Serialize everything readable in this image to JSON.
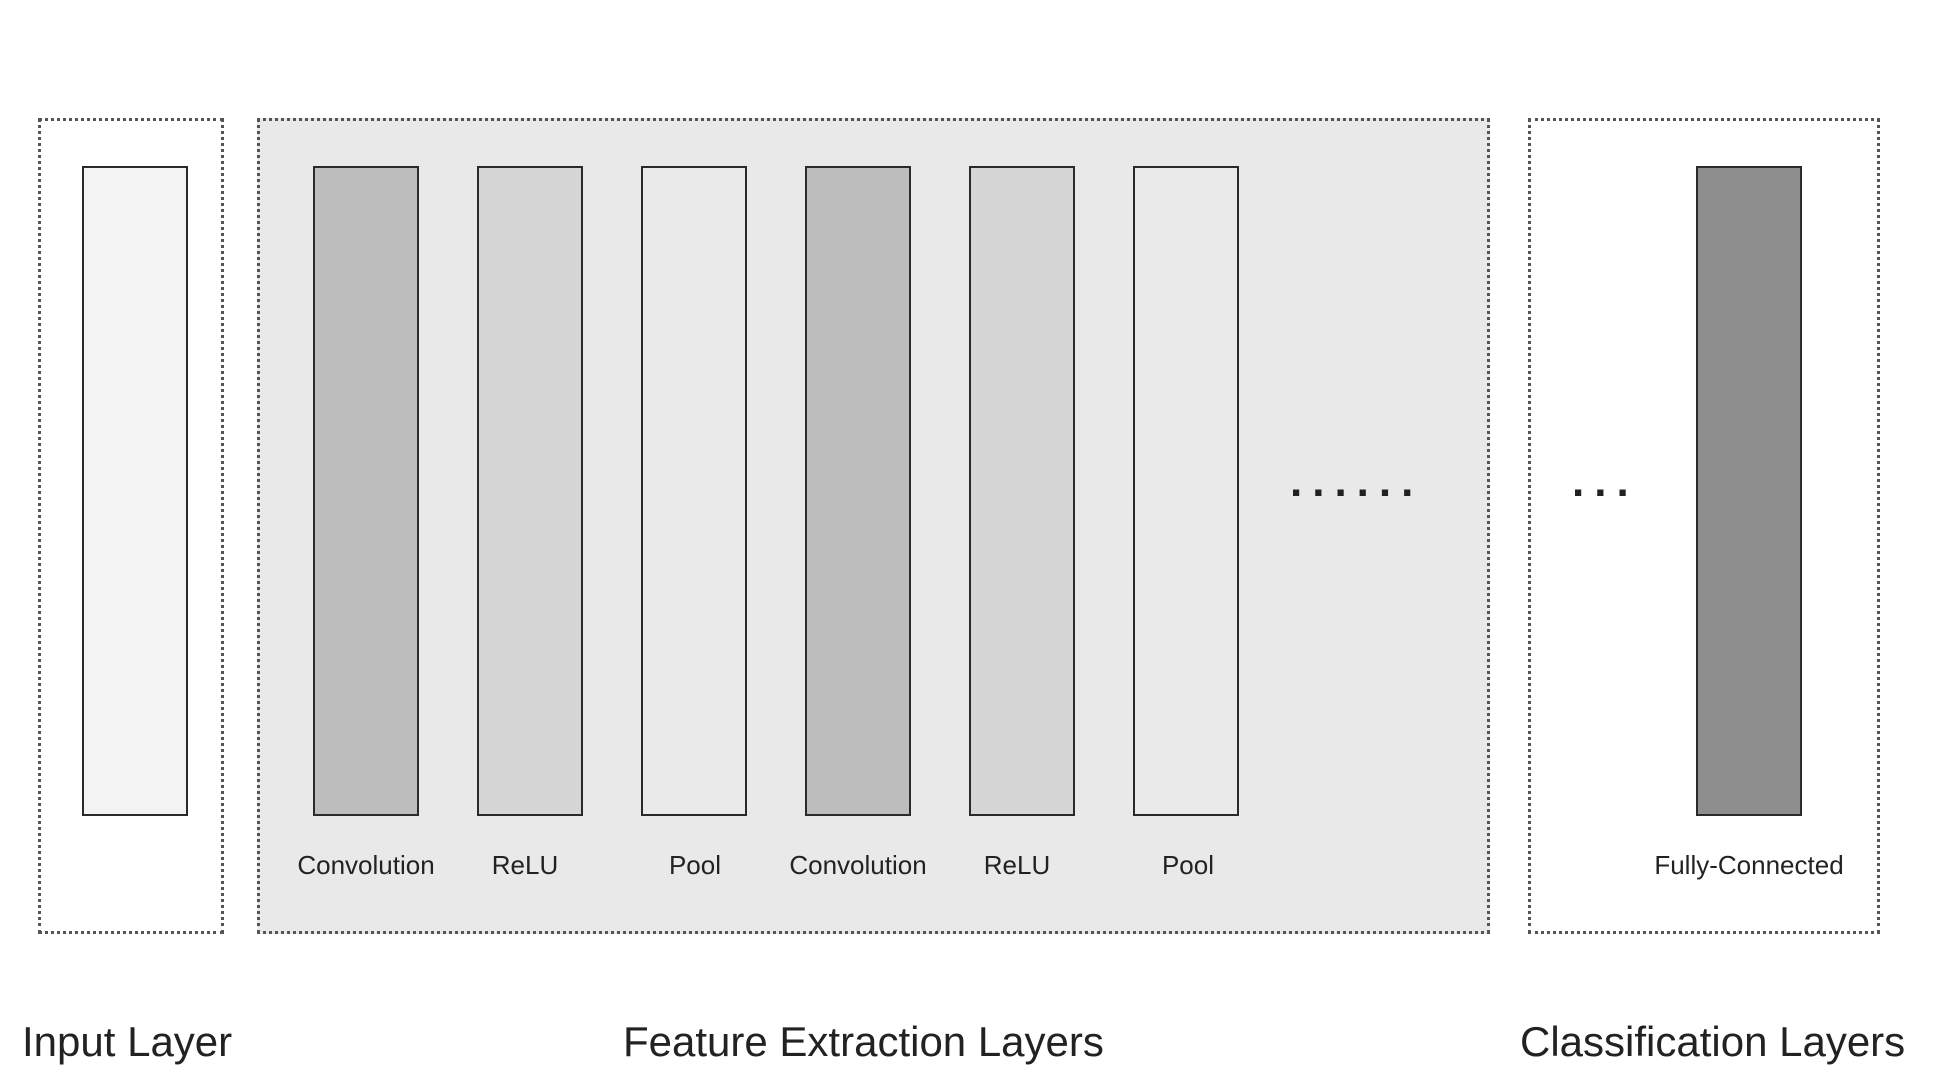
{
  "colors": {
    "feature_group_bg": "#e9e9e9",
    "input_layer_fill": "#f3f3f3",
    "conv_fill": "#bdbdbd",
    "relu_fill": "#d6d6d6",
    "pool_fill": "#eaeaea",
    "fc_fill": "#8e8e8e"
  },
  "layers": [
    {
      "label": "Convolution"
    },
    {
      "label": "ReLU"
    },
    {
      "label": "Pool"
    },
    {
      "label": "Convolution"
    },
    {
      "label": "ReLU"
    },
    {
      "label": "Pool"
    }
  ],
  "feature_ellipsis": "......",
  "classification_ellipsis": "...",
  "fc_label": "Fully-Connected",
  "sections": {
    "input": "Input Layer",
    "feature": "Feature Extraction Layers",
    "classification": "Classification Layers"
  }
}
